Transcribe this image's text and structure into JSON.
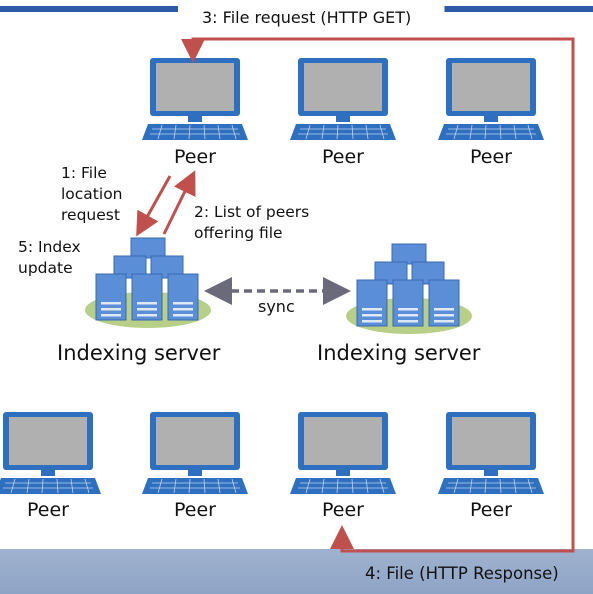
{
  "top_label": "3: File request (HTTP GET)",
  "bottom_label": "4: File (HTTP Response)",
  "peers": {
    "top": [
      "Peer",
      "Peer",
      "Peer"
    ],
    "bottom": [
      "Peer",
      "Peer",
      "Peer",
      "Peer"
    ]
  },
  "servers": [
    "Indexing server",
    "Indexing server"
  ],
  "steps": {
    "step1": "1: File location request",
    "step2": "2: List of peers offering file",
    "step5": "5: Index update"
  },
  "sync_label": "sync",
  "colors": {
    "arrow": "#c0504d",
    "monitor": "#2e6fc0",
    "screen": "#b0b0b0",
    "server": "#5a8ed6",
    "base": "#b7cf86",
    "sync_arrow": "#6a6a7a",
    "band": "#8ea4c6",
    "top_band": "#2f5aa8"
  },
  "icons": [
    "computer-icon",
    "server-icon"
  ]
}
